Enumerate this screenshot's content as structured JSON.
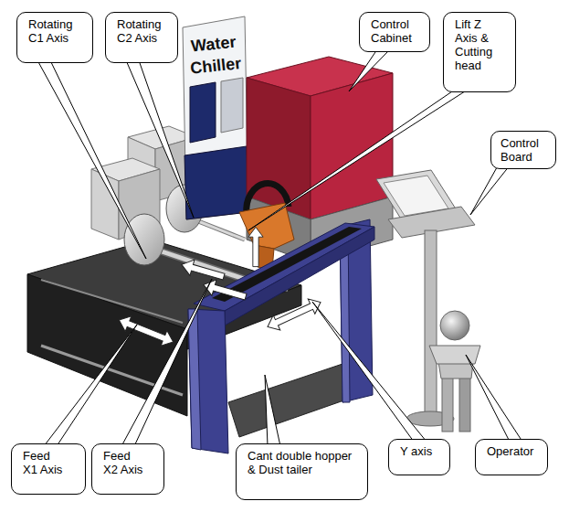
{
  "diagram": {
    "nodes": [
      {
        "text": [
          "Rotating C1 Axis"
        ]
      },
      {
        "text": [
          "Rotating C2 Axis"
        ]
      },
      {
        "text": [
          "Control Cabinet"
        ]
      },
      {
        "text": [
          "Lift Z Axis & Cutting head"
        ]
      },
      {
        "text": [
          "Control Board"
        ]
      },
      {
        "text": [
          "Feed X1 Axis"
        ]
      },
      {
        "text": [
          "Feed X2 Axis"
        ]
      },
      {
        "text": [
          "Cant double hopper & Dust tailer"
        ]
      },
      {
        "text": [
          "Y axis"
        ]
      },
      {
        "text": [
          "Operator"
        ]
      }
    ],
    "labels": [
      "Water Chiller"
    ]
  }
}
